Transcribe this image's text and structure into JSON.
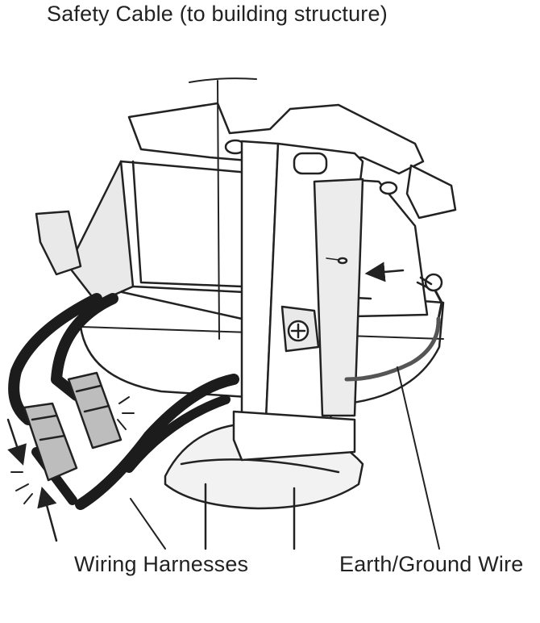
{
  "labels": {
    "safety_cable": "Safety Cable (to building structure)",
    "wiring_harnesses": "Wiring Harnesses",
    "ground_wire": "Earth/Ground Wire"
  },
  "colors": {
    "line": "#222222",
    "fill": "#ffffff",
    "shade": "#e9e9e9",
    "wire": "#1c1c1c",
    "connector": "#bdbdbd"
  }
}
